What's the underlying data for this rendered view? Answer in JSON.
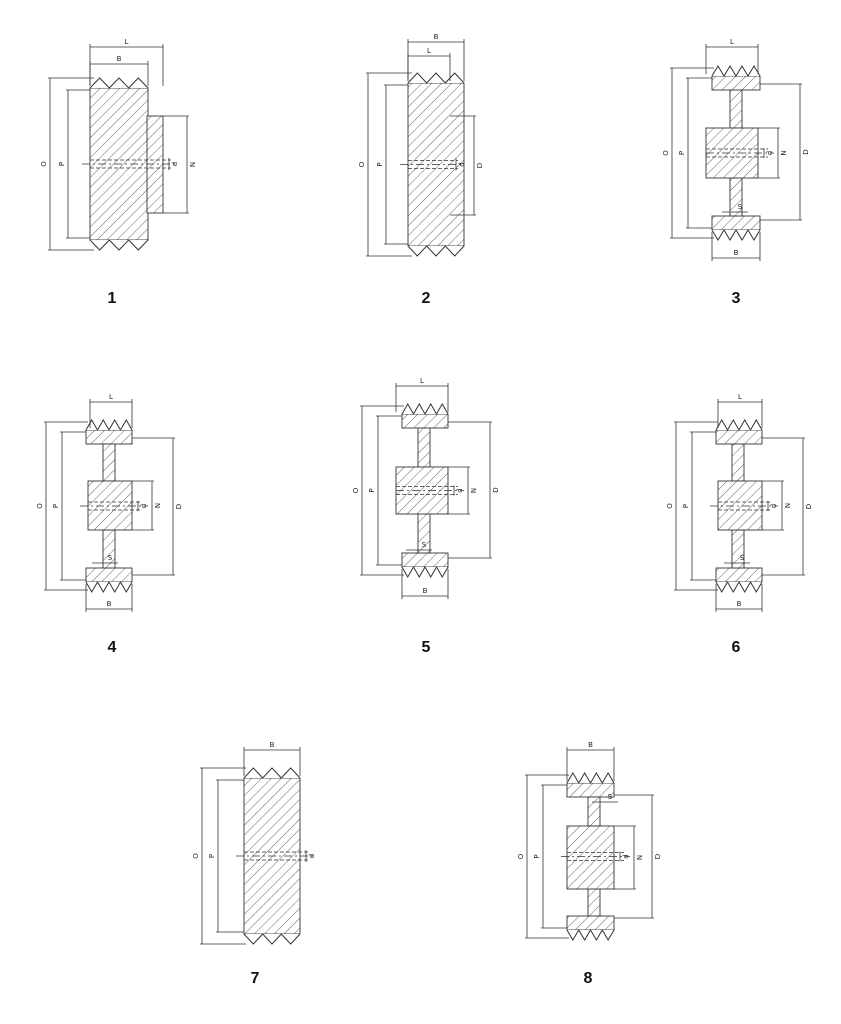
{
  "figures": [
    {
      "number": "1",
      "labels": {
        "L": "L",
        "B": "B",
        "O": "O",
        "P": "P",
        "d": "d",
        "N": "N"
      }
    },
    {
      "number": "2",
      "labels": {
        "L": "L",
        "B": "B",
        "O": "O",
        "P": "P",
        "d": "d",
        "D": "D"
      }
    },
    {
      "number": "3",
      "labels": {
        "L": "L",
        "B": "B",
        "O": "O",
        "P": "P",
        "d": "d",
        "N": "N",
        "D": "D",
        "S": "S"
      }
    },
    {
      "number": "4",
      "labels": {
        "L": "L",
        "B": "B",
        "O": "O",
        "P": "P",
        "d": "d",
        "N": "N",
        "D": "D",
        "S": "S"
      }
    },
    {
      "number": "5",
      "labels": {
        "L": "L",
        "B": "B",
        "O": "O",
        "P": "P",
        "d": "d",
        "N": "N",
        "D": "D",
        "S": "S"
      }
    },
    {
      "number": "6",
      "labels": {
        "L": "L",
        "B": "B",
        "O": "O",
        "P": "P",
        "d": "d",
        "N": "N",
        "D": "D",
        "S": "S"
      }
    },
    {
      "number": "7",
      "labels": {
        "B": "B",
        "O": "O",
        "P": "P",
        "d": "d"
      }
    },
    {
      "number": "8",
      "labels": {
        "B": "B",
        "O": "O",
        "P": "P",
        "d": "d",
        "N": "N",
        "D": "D",
        "S": "S"
      }
    }
  ],
  "colors": {
    "line": "#333333",
    "hatch": "#555555",
    "background": "#ffffff"
  }
}
